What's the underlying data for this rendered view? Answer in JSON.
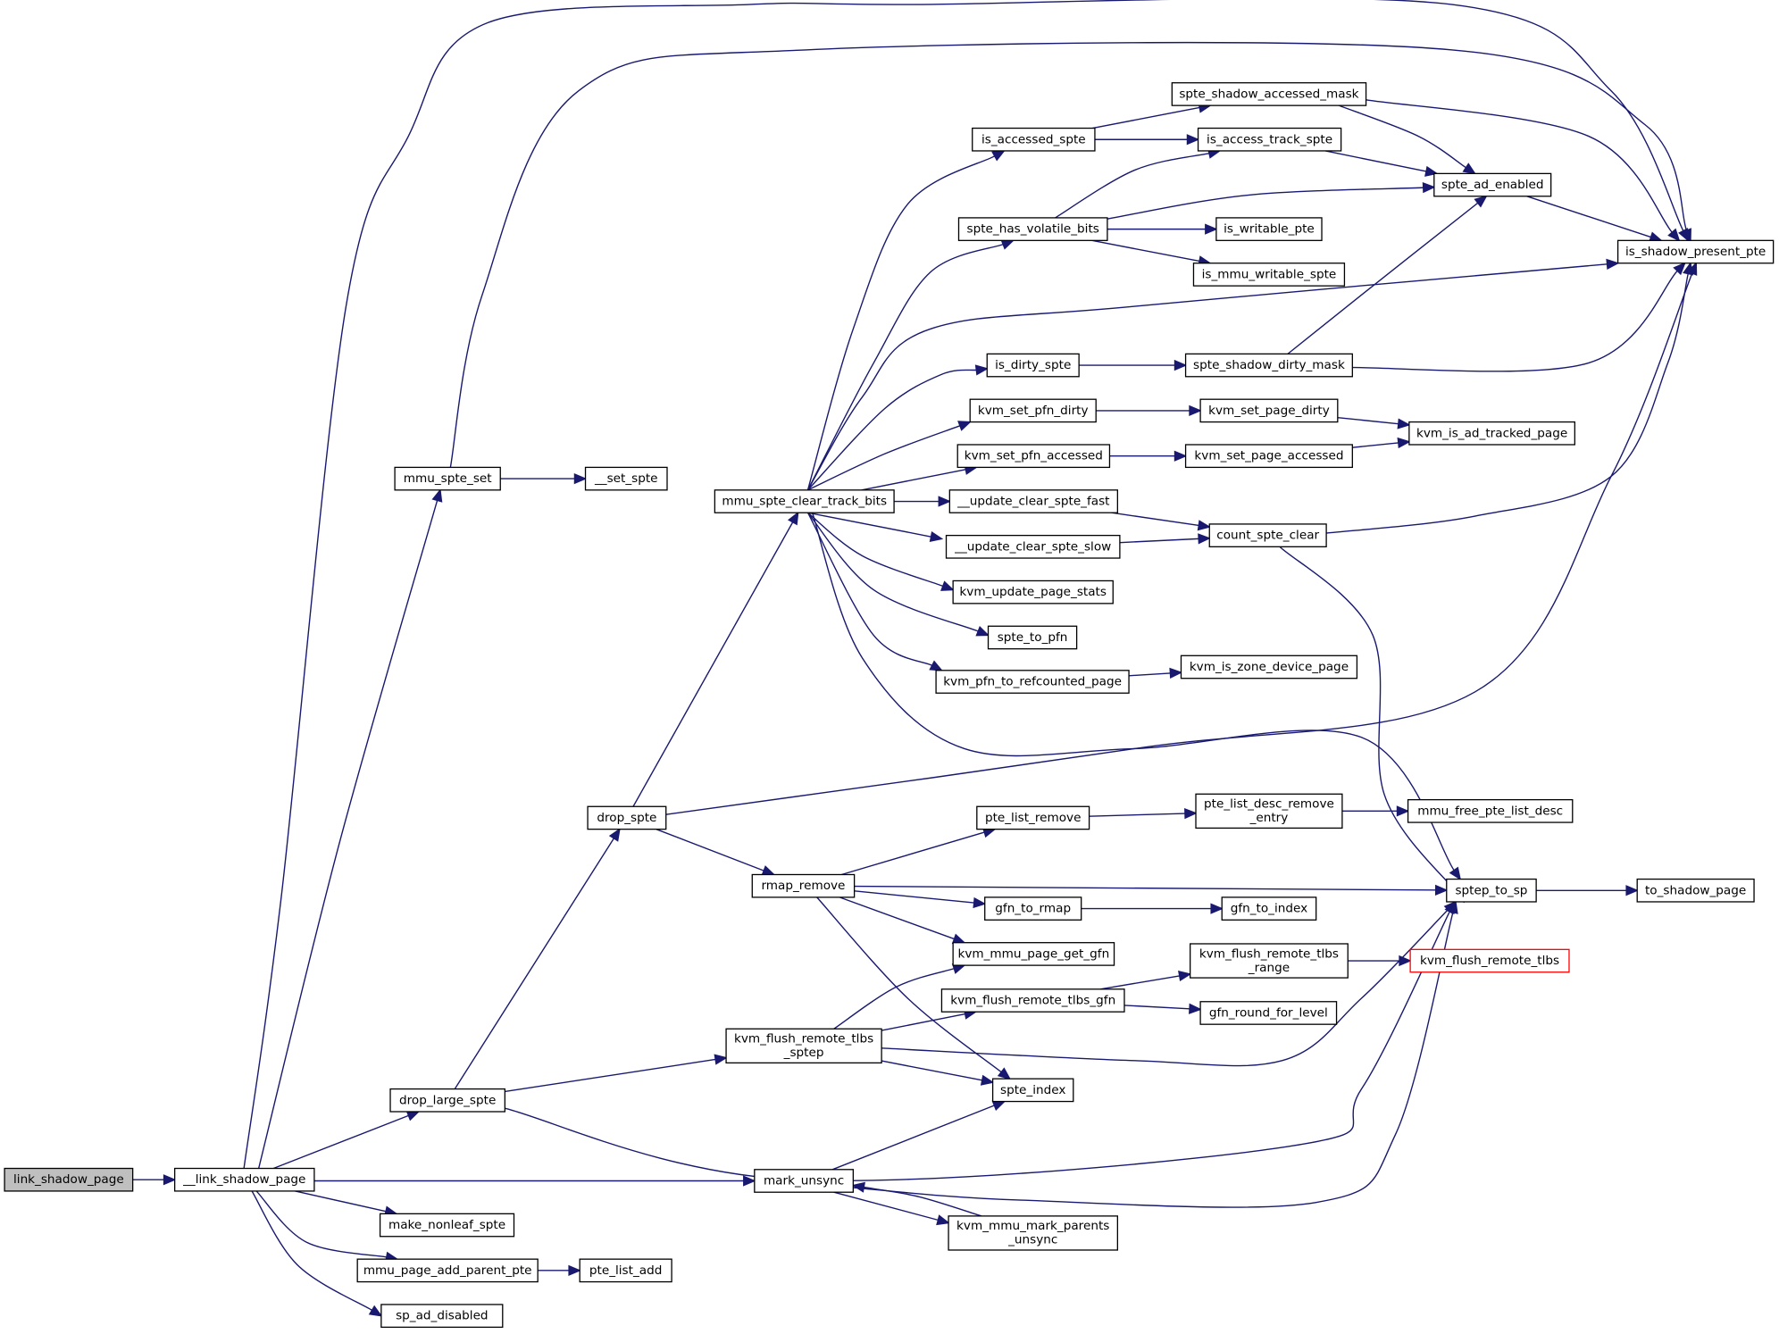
{
  "graph": {
    "nodes": [
      {
        "id": "link_shadow_page",
        "label": "link_shadow_page",
        "style": "root"
      },
      {
        "id": "__link_shadow_page",
        "label": "__link_shadow_page"
      },
      {
        "id": "mmu_spte_set",
        "label": "mmu_spte_set"
      },
      {
        "id": "drop_large_spte",
        "label": "drop_large_spte"
      },
      {
        "id": "make_nonleaf_spte",
        "label": "make_nonleaf_spte"
      },
      {
        "id": "mmu_page_add_parent_pte",
        "label": "mmu_page_add_parent_pte"
      },
      {
        "id": "sp_ad_disabled",
        "label": "sp_ad_disabled"
      },
      {
        "id": "mark_unsync",
        "label": "mark_unsync"
      },
      {
        "id": "__set_spte",
        "label": "__set_spte"
      },
      {
        "id": "drop_spte",
        "label": "drop_spte"
      },
      {
        "id": "kvm_flush_remote_tlbs_sptep",
        "label": "kvm_flush_remote_tlbs\n_sptep"
      },
      {
        "id": "pte_list_add",
        "label": "pte_list_add"
      },
      {
        "id": "mmu_spte_clear_track_bits",
        "label": "mmu_spte_clear_track_bits"
      },
      {
        "id": "rmap_remove",
        "label": "rmap_remove"
      },
      {
        "id": "is_accessed_spte",
        "label": "is_accessed_spte"
      },
      {
        "id": "spte_has_volatile_bits",
        "label": "spte_has_volatile_bits"
      },
      {
        "id": "is_dirty_spte",
        "label": "is_dirty_spte"
      },
      {
        "id": "kvm_set_pfn_dirty",
        "label": "kvm_set_pfn_dirty"
      },
      {
        "id": "kvm_set_pfn_accessed",
        "label": "kvm_set_pfn_accessed"
      },
      {
        "id": "__update_clear_spte_fast",
        "label": "__update_clear_spte_fast"
      },
      {
        "id": "__update_clear_spte_slow",
        "label": "__update_clear_spte_slow"
      },
      {
        "id": "kvm_update_page_stats",
        "label": "kvm_update_page_stats"
      },
      {
        "id": "spte_to_pfn",
        "label": "spte_to_pfn"
      },
      {
        "id": "kvm_pfn_to_refcounted_page",
        "label": "kvm_pfn_to_refcounted_page"
      },
      {
        "id": "pte_list_remove",
        "label": "pte_list_remove"
      },
      {
        "id": "gfn_to_rmap",
        "label": "gfn_to_rmap"
      },
      {
        "id": "kvm_mmu_page_get_gfn",
        "label": "kvm_mmu_page_get_gfn"
      },
      {
        "id": "kvm_flush_remote_tlbs_gfn",
        "label": "kvm_flush_remote_tlbs_gfn"
      },
      {
        "id": "spte_index",
        "label": "spte_index"
      },
      {
        "id": "kvm_mmu_mark_parents_unsync",
        "label": "kvm_mmu_mark_parents\n_unsync"
      },
      {
        "id": "spte_shadow_accessed_mask",
        "label": "spte_shadow_accessed_mask"
      },
      {
        "id": "is_access_track_spte",
        "label": "is_access_track_spte"
      },
      {
        "id": "is_writable_pte",
        "label": "is_writable_pte"
      },
      {
        "id": "is_mmu_writable_spte",
        "label": "is_mmu_writable_spte"
      },
      {
        "id": "spte_shadow_dirty_mask",
        "label": "spte_shadow_dirty_mask"
      },
      {
        "id": "kvm_set_page_dirty",
        "label": "kvm_set_page_dirty"
      },
      {
        "id": "kvm_set_page_accessed",
        "label": "kvm_set_page_accessed"
      },
      {
        "id": "count_spte_clear",
        "label": "count_spte_clear"
      },
      {
        "id": "kvm_is_zone_device_page",
        "label": "kvm_is_zone_device_page"
      },
      {
        "id": "pte_list_desc_remove_entry",
        "label": "pte_list_desc_remove\n_entry"
      },
      {
        "id": "gfn_to_index",
        "label": "gfn_to_index"
      },
      {
        "id": "kvm_flush_remote_tlbs_range",
        "label": "kvm_flush_remote_tlbs\n_range"
      },
      {
        "id": "gfn_round_for_level",
        "label": "gfn_round_for_level"
      },
      {
        "id": "spte_ad_enabled",
        "label": "spte_ad_enabled"
      },
      {
        "id": "kvm_is_ad_tracked_page",
        "label": "kvm_is_ad_tracked_page"
      },
      {
        "id": "mmu_free_pte_list_desc",
        "label": "mmu_free_pte_list_desc"
      },
      {
        "id": "sptep_to_sp",
        "label": "sptep_to_sp"
      },
      {
        "id": "kvm_flush_remote_tlbs",
        "label": "kvm_flush_remote_tlbs",
        "style": "truncated"
      },
      {
        "id": "is_shadow_present_pte",
        "label": "is_shadow_present_pte"
      },
      {
        "id": "to_shadow_page",
        "label": "to_shadow_page"
      }
    ],
    "edges": [
      {
        "from": "link_shadow_page",
        "to": "__link_shadow_page"
      },
      {
        "from": "__link_shadow_page",
        "to": "is_shadow_present_pte"
      },
      {
        "from": "__link_shadow_page",
        "to": "mmu_spte_set"
      },
      {
        "from": "__link_shadow_page",
        "to": "drop_large_spte"
      },
      {
        "from": "__link_shadow_page",
        "to": "mark_unsync"
      },
      {
        "from": "__link_shadow_page",
        "to": "make_nonleaf_spte"
      },
      {
        "from": "__link_shadow_page",
        "to": "mmu_page_add_parent_pte"
      },
      {
        "from": "__link_shadow_page",
        "to": "sp_ad_disabled"
      },
      {
        "from": "mmu_spte_set",
        "to": "is_shadow_present_pte"
      },
      {
        "from": "mmu_spte_set",
        "to": "__set_spte"
      },
      {
        "from": "drop_large_spte",
        "to": "drop_spte"
      },
      {
        "from": "drop_large_spte",
        "to": "kvm_flush_remote_tlbs_sptep"
      },
      {
        "from": "drop_large_spte",
        "to": "sptep_to_sp"
      },
      {
        "from": "mmu_page_add_parent_pte",
        "to": "pte_list_add"
      },
      {
        "from": "drop_spte",
        "to": "mmu_spte_clear_track_bits"
      },
      {
        "from": "drop_spte",
        "to": "is_shadow_present_pte"
      },
      {
        "from": "drop_spte",
        "to": "rmap_remove"
      },
      {
        "from": "mmu_spte_clear_track_bits",
        "to": "is_accessed_spte"
      },
      {
        "from": "mmu_spte_clear_track_bits",
        "to": "spte_has_volatile_bits"
      },
      {
        "from": "mmu_spte_clear_track_bits",
        "to": "is_shadow_present_pte"
      },
      {
        "from": "mmu_spte_clear_track_bits",
        "to": "is_dirty_spte"
      },
      {
        "from": "mmu_spte_clear_track_bits",
        "to": "kvm_set_pfn_dirty"
      },
      {
        "from": "mmu_spte_clear_track_bits",
        "to": "kvm_set_pfn_accessed"
      },
      {
        "from": "mmu_spte_clear_track_bits",
        "to": "__update_clear_spte_fast"
      },
      {
        "from": "mmu_spte_clear_track_bits",
        "to": "__update_clear_spte_slow"
      },
      {
        "from": "mmu_spte_clear_track_bits",
        "to": "kvm_update_page_stats"
      },
      {
        "from": "mmu_spte_clear_track_bits",
        "to": "spte_to_pfn"
      },
      {
        "from": "mmu_spte_clear_track_bits",
        "to": "kvm_pfn_to_refcounted_page"
      },
      {
        "from": "mmu_spte_clear_track_bits",
        "to": "sptep_to_sp"
      },
      {
        "from": "is_accessed_spte",
        "to": "spte_shadow_accessed_mask"
      },
      {
        "from": "is_accessed_spte",
        "to": "is_access_track_spte"
      },
      {
        "from": "spte_shadow_accessed_mask",
        "to": "spte_ad_enabled"
      },
      {
        "from": "spte_shadow_accessed_mask",
        "to": "is_shadow_present_pte"
      },
      {
        "from": "is_access_track_spte",
        "to": "spte_ad_enabled"
      },
      {
        "from": "spte_has_volatile_bits",
        "to": "is_access_track_spte"
      },
      {
        "from": "spte_has_volatile_bits",
        "to": "spte_ad_enabled"
      },
      {
        "from": "spte_has_volatile_bits",
        "to": "is_writable_pte"
      },
      {
        "from": "spte_has_volatile_bits",
        "to": "is_mmu_writable_spte"
      },
      {
        "from": "spte_ad_enabled",
        "to": "is_shadow_present_pte"
      },
      {
        "from": "is_dirty_spte",
        "to": "spte_shadow_dirty_mask"
      },
      {
        "from": "spte_shadow_dirty_mask",
        "to": "spte_ad_enabled"
      },
      {
        "from": "spte_shadow_dirty_mask",
        "to": "is_shadow_present_pte"
      },
      {
        "from": "kvm_set_pfn_dirty",
        "to": "kvm_set_page_dirty"
      },
      {
        "from": "kvm_set_page_dirty",
        "to": "kvm_is_ad_tracked_page"
      },
      {
        "from": "kvm_set_pfn_accessed",
        "to": "kvm_set_page_accessed"
      },
      {
        "from": "kvm_set_page_accessed",
        "to": "kvm_is_ad_tracked_page"
      },
      {
        "from": "__update_clear_spte_fast",
        "to": "count_spte_clear"
      },
      {
        "from": "__update_clear_spte_slow",
        "to": "count_spte_clear"
      },
      {
        "from": "count_spte_clear",
        "to": "is_shadow_present_pte"
      },
      {
        "from": "count_spte_clear",
        "to": "sptep_to_sp"
      },
      {
        "from": "kvm_pfn_to_refcounted_page",
        "to": "kvm_is_zone_device_page"
      },
      {
        "from": "rmap_remove",
        "to": "pte_list_remove"
      },
      {
        "from": "rmap_remove",
        "to": "sptep_to_sp"
      },
      {
        "from": "rmap_remove",
        "to": "gfn_to_rmap"
      },
      {
        "from": "rmap_remove",
        "to": "kvm_mmu_page_get_gfn"
      },
      {
        "from": "rmap_remove",
        "to": "spte_index"
      },
      {
        "from": "pte_list_remove",
        "to": "pte_list_desc_remove_entry"
      },
      {
        "from": "pte_list_desc_remove_entry",
        "to": "mmu_free_pte_list_desc"
      },
      {
        "from": "gfn_to_rmap",
        "to": "gfn_to_index"
      },
      {
        "from": "sptep_to_sp",
        "to": "to_shadow_page"
      },
      {
        "from": "kvm_flush_remote_tlbs_sptep",
        "to": "kvm_mmu_page_get_gfn"
      },
      {
        "from": "kvm_flush_remote_tlbs_sptep",
        "to": "kvm_flush_remote_tlbs_gfn"
      },
      {
        "from": "kvm_flush_remote_tlbs_sptep",
        "to": "sptep_to_sp"
      },
      {
        "from": "kvm_flush_remote_tlbs_sptep",
        "to": "spte_index"
      },
      {
        "from": "kvm_flush_remote_tlbs_gfn",
        "to": "kvm_flush_remote_tlbs_range"
      },
      {
        "from": "kvm_flush_remote_tlbs_gfn",
        "to": "gfn_round_for_level"
      },
      {
        "from": "kvm_flush_remote_tlbs_range",
        "to": "kvm_flush_remote_tlbs"
      },
      {
        "from": "mark_unsync",
        "to": "spte_index"
      },
      {
        "from": "mark_unsync",
        "to": "sptep_to_sp"
      },
      {
        "from": "mark_unsync",
        "to": "kvm_mmu_mark_parents_unsync"
      },
      {
        "from": "kvm_mmu_mark_parents_unsync",
        "to": "mark_unsync"
      }
    ]
  },
  "colors": {
    "edge": "#191970",
    "node_border": "#000000",
    "root_fill": "#bfbfbf",
    "truncated_border": "#ff0000",
    "background": "#ffffff"
  }
}
